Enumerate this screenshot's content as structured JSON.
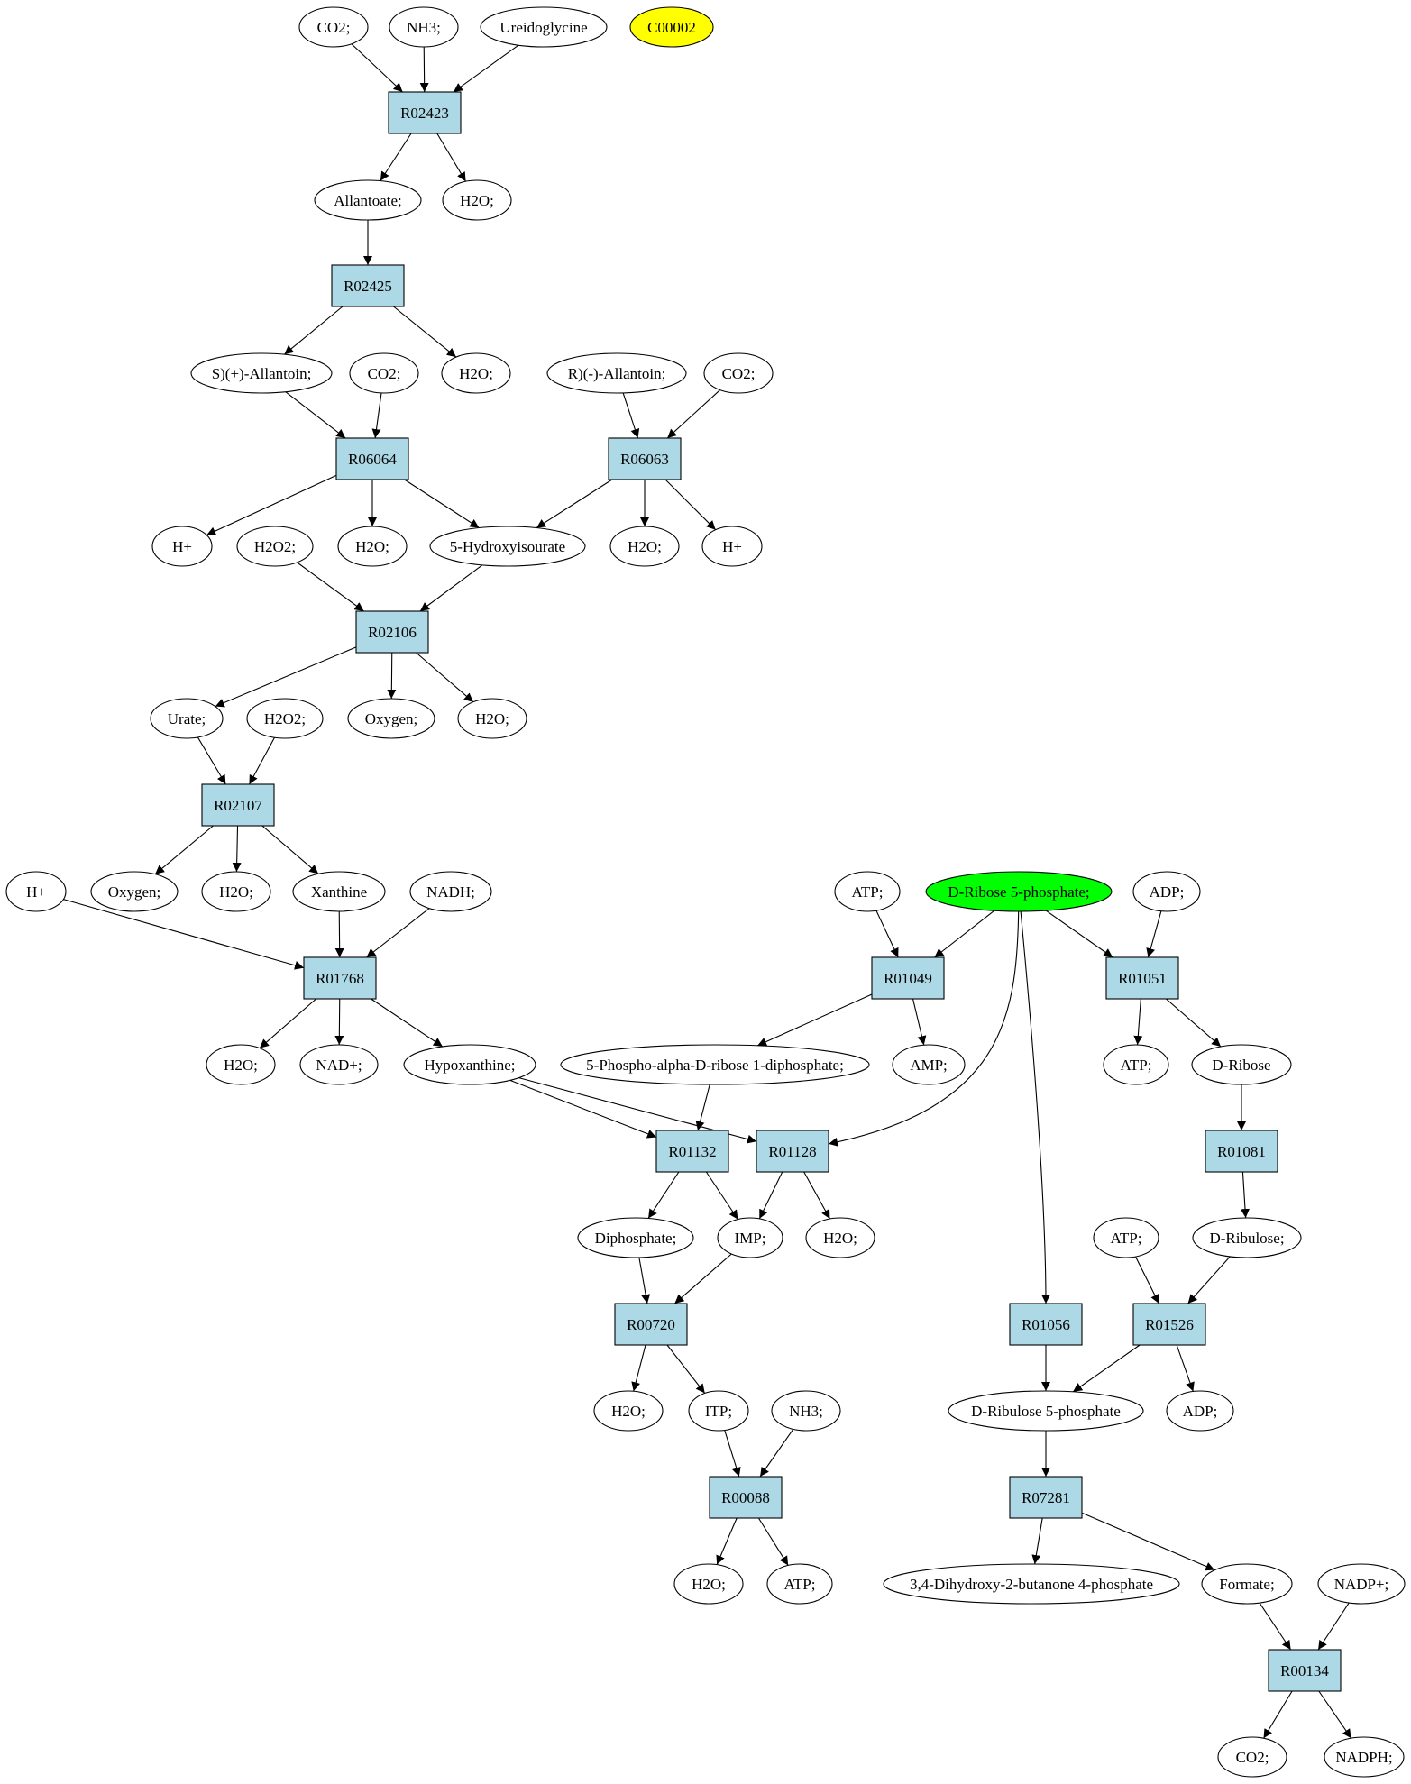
{
  "colors": {
    "reaction_fill": "#add8e6",
    "compound_fill": "#ffffff",
    "highlight_yellow": "#ffff00",
    "highlight_green": "#00ff00",
    "stroke": "#000000"
  },
  "nodes": [
    {
      "id": "c_co2_1",
      "kind": "compound",
      "label": "CO2;"
    },
    {
      "id": "c_nh3_1",
      "kind": "compound",
      "label": "NH3;"
    },
    {
      "id": "c_ureidogly",
      "kind": "compound",
      "label": "Ureidoglycine"
    },
    {
      "id": "c_c00002",
      "kind": "compound",
      "label": "C00002",
      "fill": "highlight_yellow"
    },
    {
      "id": "r_R02423",
      "kind": "reaction",
      "label": "R02423"
    },
    {
      "id": "c_allantoate",
      "kind": "compound",
      "label": "Allantoate;"
    },
    {
      "id": "c_h2o_1",
      "kind": "compound",
      "label": "H2O;"
    },
    {
      "id": "r_R02425",
      "kind": "reaction",
      "label": "R02425"
    },
    {
      "id": "c_s_allantoin",
      "kind": "compound",
      "label": "S)(+)-Allantoin;"
    },
    {
      "id": "c_co2_2",
      "kind": "compound",
      "label": "CO2;"
    },
    {
      "id": "c_h2o_2",
      "kind": "compound",
      "label": "H2O;"
    },
    {
      "id": "c_r_allantoin",
      "kind": "compound",
      "label": "R)(-)-Allantoin;"
    },
    {
      "id": "c_co2_3",
      "kind": "compound",
      "label": "CO2;"
    },
    {
      "id": "r_R06064",
      "kind": "reaction",
      "label": "R06064"
    },
    {
      "id": "r_R06063",
      "kind": "reaction",
      "label": "R06063"
    },
    {
      "id": "c_hplus_1",
      "kind": "compound",
      "label": "H+"
    },
    {
      "id": "c_h2o2_1",
      "kind": "compound",
      "label": "H2O2;"
    },
    {
      "id": "c_h2o_3",
      "kind": "compound",
      "label": "H2O;"
    },
    {
      "id": "c_5hiu",
      "kind": "compound",
      "label": "5-Hydroxyisourate"
    },
    {
      "id": "c_h2o_4",
      "kind": "compound",
      "label": "H2O;"
    },
    {
      "id": "c_hplus_2",
      "kind": "compound",
      "label": "H+"
    },
    {
      "id": "r_R02106",
      "kind": "reaction",
      "label": "R02106"
    },
    {
      "id": "c_urate",
      "kind": "compound",
      "label": "Urate;"
    },
    {
      "id": "c_h2o2_2",
      "kind": "compound",
      "label": "H2O2;"
    },
    {
      "id": "c_oxygen_1",
      "kind": "compound",
      "label": "Oxygen;"
    },
    {
      "id": "c_h2o_5",
      "kind": "compound",
      "label": "H2O;"
    },
    {
      "id": "r_R02107",
      "kind": "reaction",
      "label": "R02107"
    },
    {
      "id": "c_hplus_3",
      "kind": "compound",
      "label": "H+"
    },
    {
      "id": "c_oxygen_2",
      "kind": "compound",
      "label": "Oxygen;"
    },
    {
      "id": "c_h2o_6",
      "kind": "compound",
      "label": "H2O;"
    },
    {
      "id": "c_xanthine",
      "kind": "compound",
      "label": "Xanthine"
    },
    {
      "id": "c_nadh",
      "kind": "compound",
      "label": "NADH;"
    },
    {
      "id": "r_R01768",
      "kind": "reaction",
      "label": "R01768"
    },
    {
      "id": "c_h2o_7",
      "kind": "compound",
      "label": "H2O;"
    },
    {
      "id": "c_nadplus",
      "kind": "compound",
      "label": "NAD+;"
    },
    {
      "id": "c_hypoxanthine",
      "kind": "compound",
      "label": "Hypoxanthine;"
    },
    {
      "id": "c_atp_1",
      "kind": "compound",
      "label": "ATP;"
    },
    {
      "id": "c_ribose5p",
      "kind": "compound",
      "label": "D-Ribose 5-phosphate;",
      "fill": "highlight_green"
    },
    {
      "id": "c_adp_1",
      "kind": "compound",
      "label": "ADP;"
    },
    {
      "id": "r_R01049",
      "kind": "reaction",
      "label": "R01049"
    },
    {
      "id": "r_R01051",
      "kind": "reaction",
      "label": "R01051"
    },
    {
      "id": "c_prpp",
      "kind": "compound",
      "label": "5-Phospho-alpha-D-ribose 1-diphosphate;"
    },
    {
      "id": "c_amp",
      "kind": "compound",
      "label": "AMP;"
    },
    {
      "id": "c_atp_2",
      "kind": "compound",
      "label": "ATP;"
    },
    {
      "id": "c_dribose",
      "kind": "compound",
      "label": "D-Ribose"
    },
    {
      "id": "r_R01132",
      "kind": "reaction",
      "label": "R01132"
    },
    {
      "id": "r_R01128",
      "kind": "reaction",
      "label": "R01128"
    },
    {
      "id": "r_R01081",
      "kind": "reaction",
      "label": "R01081"
    },
    {
      "id": "c_diphosphate",
      "kind": "compound",
      "label": "Diphosphate;"
    },
    {
      "id": "c_imp",
      "kind": "compound",
      "label": "IMP;"
    },
    {
      "id": "c_h2o_8",
      "kind": "compound",
      "label": "H2O;"
    },
    {
      "id": "c_atp_3",
      "kind": "compound",
      "label": "ATP;"
    },
    {
      "id": "c_dribulose",
      "kind": "compound",
      "label": "D-Ribulose;"
    },
    {
      "id": "r_R00720",
      "kind": "reaction",
      "label": "R00720"
    },
    {
      "id": "r_R01056",
      "kind": "reaction",
      "label": "R01056"
    },
    {
      "id": "r_R01526",
      "kind": "reaction",
      "label": "R01526"
    },
    {
      "id": "c_h2o_9",
      "kind": "compound",
      "label": "H2O;"
    },
    {
      "id": "c_itp",
      "kind": "compound",
      "label": "ITP;"
    },
    {
      "id": "c_nh3_2",
      "kind": "compound",
      "label": "NH3;"
    },
    {
      "id": "c_ribulose5p",
      "kind": "compound",
      "label": "D-Ribulose 5-phosphate"
    },
    {
      "id": "c_adp_2",
      "kind": "compound",
      "label": "ADP;"
    },
    {
      "id": "r_R00088",
      "kind": "reaction",
      "label": "R00088"
    },
    {
      "id": "r_R07281",
      "kind": "reaction",
      "label": "R07281"
    },
    {
      "id": "c_h2o_10",
      "kind": "compound",
      "label": "H2O;"
    },
    {
      "id": "c_atp_4",
      "kind": "compound",
      "label": "ATP;"
    },
    {
      "id": "c_dhbp",
      "kind": "compound",
      "label": "3,4-Dihydroxy-2-butanone 4-phosphate"
    },
    {
      "id": "c_formate",
      "kind": "compound",
      "label": "Formate;"
    },
    {
      "id": "c_nadpplus",
      "kind": "compound",
      "label": "NADP+;"
    },
    {
      "id": "r_R00134",
      "kind": "reaction",
      "label": "R00134"
    },
    {
      "id": "c_co2_4",
      "kind": "compound",
      "label": "CO2;"
    },
    {
      "id": "c_nadph",
      "kind": "compound",
      "label": "NADPH;"
    }
  ],
  "edges": [
    [
      "c_co2_1",
      "r_R02423"
    ],
    [
      "c_nh3_1",
      "r_R02423"
    ],
    [
      "c_ureidogly",
      "r_R02423"
    ],
    [
      "r_R02423",
      "c_allantoate"
    ],
    [
      "r_R02423",
      "c_h2o_1"
    ],
    [
      "c_allantoate",
      "r_R02425"
    ],
    [
      "r_R02425",
      "c_s_allantoin"
    ],
    [
      "r_R02425",
      "c_h2o_2"
    ],
    [
      "c_s_allantoin",
      "r_R06064"
    ],
    [
      "c_co2_2",
      "r_R06064"
    ],
    [
      "c_r_allantoin",
      "r_R06063"
    ],
    [
      "c_co2_3",
      "r_R06063"
    ],
    [
      "r_R06064",
      "c_hplus_1"
    ],
    [
      "r_R06064",
      "c_h2o_3"
    ],
    [
      "r_R06064",
      "c_5hiu"
    ],
    [
      "r_R06063",
      "c_5hiu"
    ],
    [
      "r_R06063",
      "c_h2o_4"
    ],
    [
      "r_R06063",
      "c_hplus_2"
    ],
    [
      "c_h2o2_1",
      "r_R02106"
    ],
    [
      "c_5hiu",
      "r_R02106"
    ],
    [
      "r_R02106",
      "c_urate"
    ],
    [
      "r_R02106",
      "c_oxygen_1"
    ],
    [
      "r_R02106",
      "c_h2o_5"
    ],
    [
      "c_urate",
      "r_R02107"
    ],
    [
      "c_h2o2_2",
      "r_R02107"
    ],
    [
      "r_R02107",
      "c_oxygen_2"
    ],
    [
      "r_R02107",
      "c_h2o_6"
    ],
    [
      "r_R02107",
      "c_xanthine"
    ],
    [
      "c_hplus_3",
      "r_R01768"
    ],
    [
      "c_xanthine",
      "r_R01768"
    ],
    [
      "c_nadh",
      "r_R01768"
    ],
    [
      "r_R01768",
      "c_h2o_7"
    ],
    [
      "r_R01768",
      "c_nadplus"
    ],
    [
      "r_R01768",
      "c_hypoxanthine"
    ],
    [
      "c_atp_1",
      "r_R01049"
    ],
    [
      "c_ribose5p",
      "r_R01049"
    ],
    [
      "c_ribose5p",
      "r_R01051"
    ],
    [
      "c_adp_1",
      "r_R01051"
    ],
    [
      "c_ribose5p",
      "r_R01128",
      "curve"
    ],
    [
      "c_ribose5p",
      "r_R01056",
      "curve"
    ],
    [
      "r_R01049",
      "c_prpp"
    ],
    [
      "r_R01049",
      "c_amp"
    ],
    [
      "r_R01051",
      "c_atp_2"
    ],
    [
      "r_R01051",
      "c_dribose"
    ],
    [
      "c_hypoxanthine",
      "r_R01132"
    ],
    [
      "c_hypoxanthine",
      "r_R01128"
    ],
    [
      "c_prpp",
      "r_R01132"
    ],
    [
      "r_R01132",
      "c_diphosphate"
    ],
    [
      "r_R01132",
      "c_imp"
    ],
    [
      "r_R01128",
      "c_imp"
    ],
    [
      "r_R01128",
      "c_h2o_8"
    ],
    [
      "c_dribose",
      "r_R01081"
    ],
    [
      "r_R01081",
      "c_dribulose"
    ],
    [
      "c_diphosphate",
      "r_R00720"
    ],
    [
      "c_imp",
      "r_R00720"
    ],
    [
      "c_atp_3",
      "r_R01526"
    ],
    [
      "c_dribulose",
      "r_R01526"
    ],
    [
      "r_R00720",
      "c_h2o_9"
    ],
    [
      "r_R00720",
      "c_itp"
    ],
    [
      "r_R01056",
      "c_ribulose5p"
    ],
    [
      "r_R01526",
      "c_ribulose5p"
    ],
    [
      "r_R01526",
      "c_adp_2"
    ],
    [
      "c_itp",
      "r_R00088"
    ],
    [
      "c_nh3_2",
      "r_R00088"
    ],
    [
      "r_R00088",
      "c_h2o_10"
    ],
    [
      "r_R00088",
      "c_atp_4"
    ],
    [
      "c_ribulose5p",
      "r_R07281"
    ],
    [
      "r_R07281",
      "c_dhbp"
    ],
    [
      "r_R07281",
      "c_formate"
    ],
    [
      "c_formate",
      "r_R00134"
    ],
    [
      "c_nadpplus",
      "r_R00134"
    ],
    [
      "r_R00134",
      "c_co2_4"
    ],
    [
      "r_R00134",
      "c_nadph"
    ]
  ]
}
